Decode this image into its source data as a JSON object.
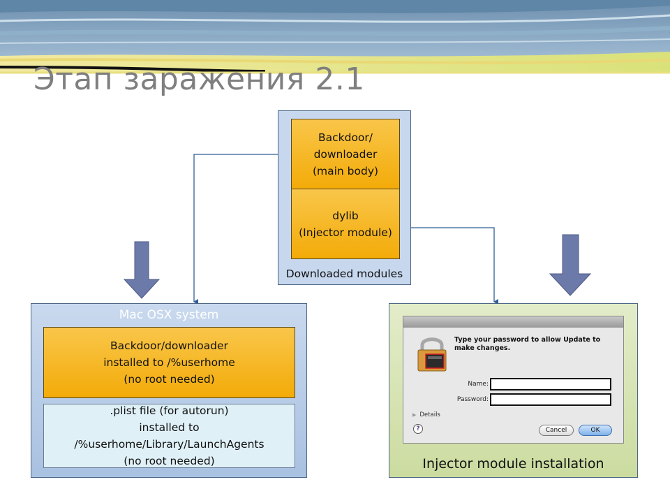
{
  "title": "Этап заражения 2.1",
  "modules": {
    "backdoor": "Backdoor/\ndownloader\n(main body)",
    "dylib": "dylib\n(Injector module)",
    "caption": "Downloaded modules"
  },
  "mac_panel": {
    "header": "Mac OSX system",
    "backdoor_box": "Backdoor/downloader\ninstalled to /%userhome\n(no root needed)",
    "plist_box": ".plist file (for autorun)\ninstalled to /%userhome/Library/LaunchAgents\n(no root needed)"
  },
  "injector_panel": {
    "caption": "Injector module installation",
    "dialog": {
      "prompt": "Type your password to allow Update to make changes.",
      "name_label": "Name:",
      "password_label": "Password:",
      "details_label": "Details",
      "details_icon": "disclosure-triangle",
      "help_glyph": "?",
      "cancel_label": "Cancel",
      "ok_label": "OK"
    }
  },
  "colors": {
    "orange": "#f3ab08",
    "panel_blue": "#b3c8e5",
    "panel_green": "#d4e2b0",
    "arrow": "#6b7aa8"
  }
}
